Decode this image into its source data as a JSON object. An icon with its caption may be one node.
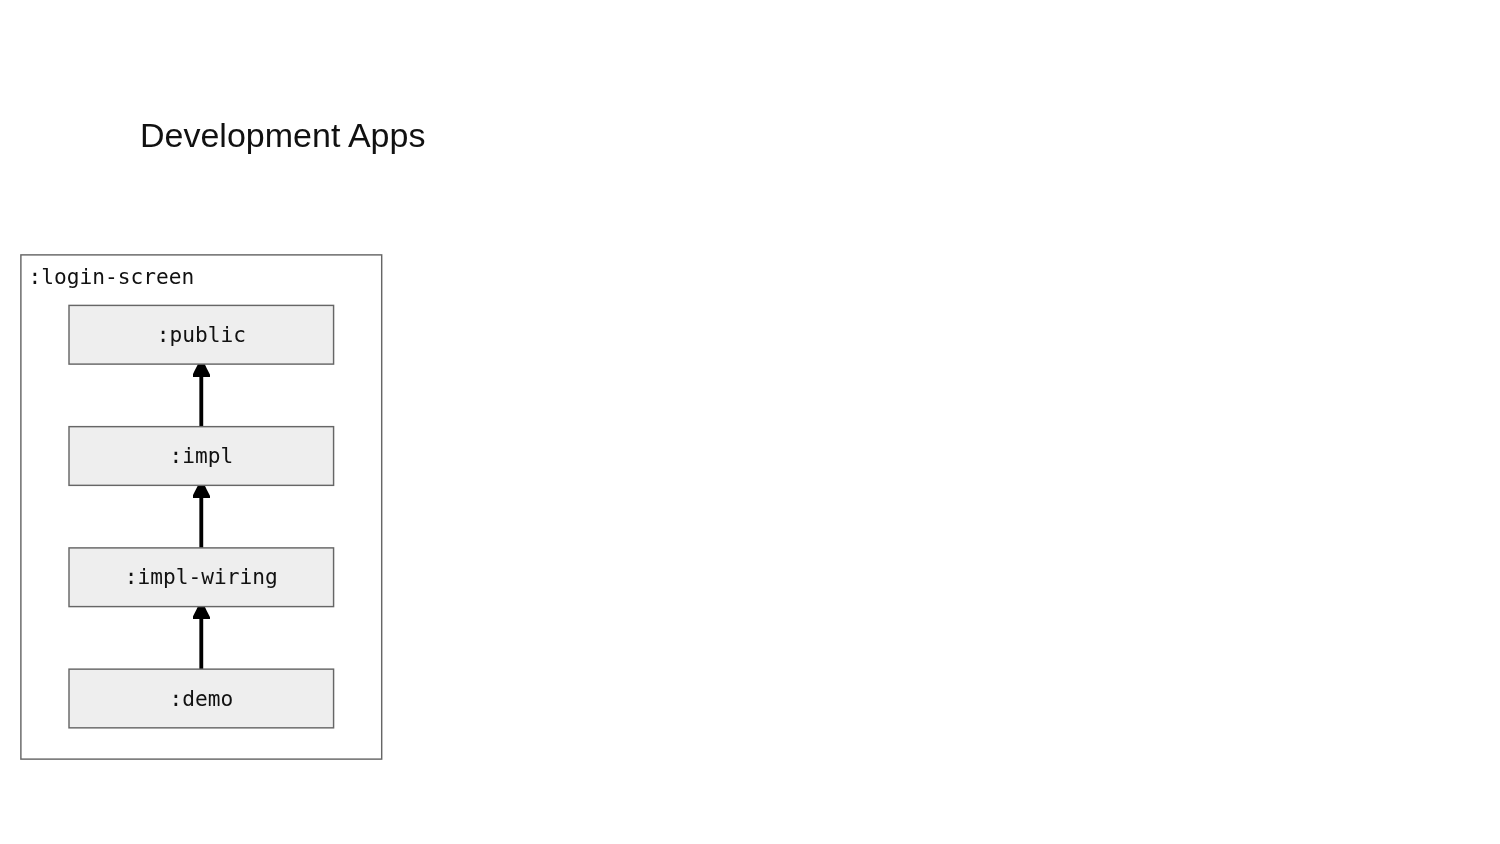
{
  "diagram": {
    "title": "Development Apps",
    "nodes": [
      {
        "text": [
          ":login-screen"
        ]
      },
      {
        "text": [
          ":public"
        ],
        "in": 0
      },
      {
        "text": [
          ":impl"
        ],
        "in": 0
      },
      {
        "text": [
          ":impl-wiring"
        ],
        "in": 0
      },
      {
        "text": [
          ":demo"
        ],
        "in": 0
      }
    ],
    "edges": [
      {
        "from": 2,
        "to": 1,
        "arrow": "to"
      },
      {
        "from": 3,
        "to": 2,
        "arrow": "to"
      },
      {
        "from": 4,
        "to": 3,
        "arrow": "to"
      }
    ]
  }
}
